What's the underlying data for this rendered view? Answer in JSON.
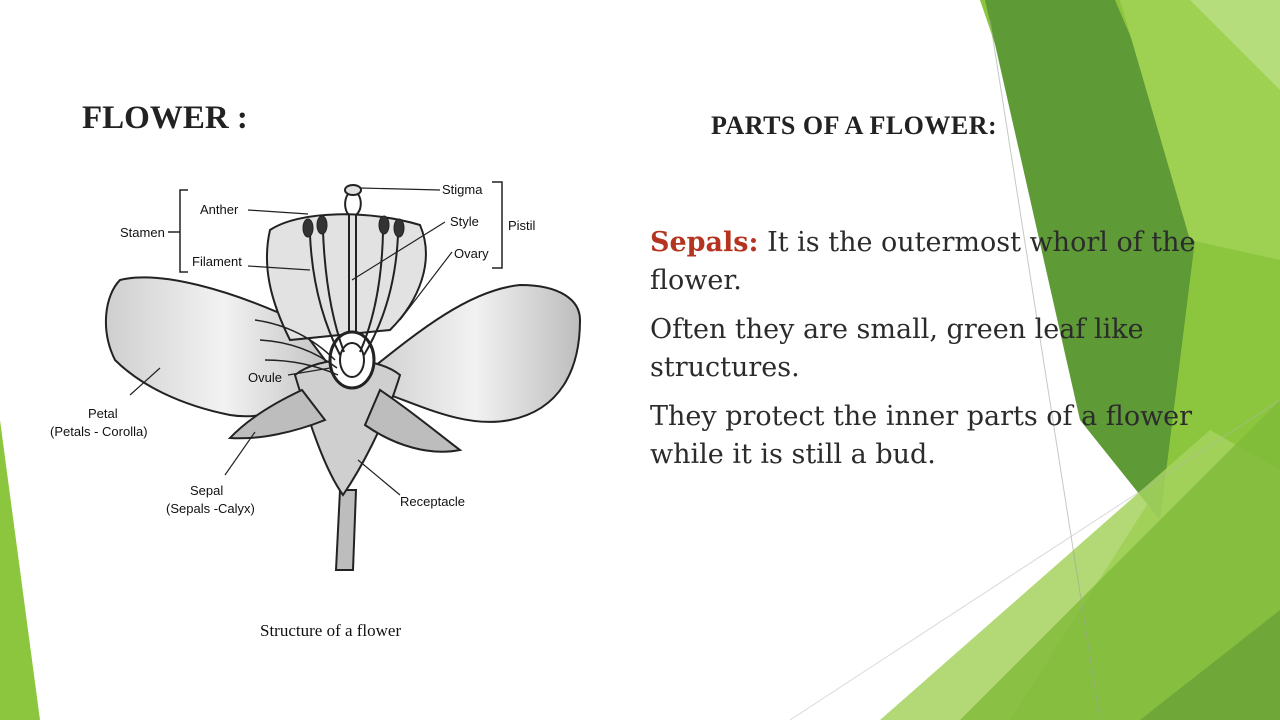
{
  "slide": {
    "title": "FLOWER :",
    "heading": "PARTS OF A FLOWER:",
    "paragraphs": [
      {
        "term": "Sepals:",
        "text": " It is the outermost whorl of the flower."
      },
      {
        "term": "",
        "text": "Often they are small, green leaf like structures."
      },
      {
        "term": "",
        "text": "They protect the inner parts of a flower while it is still a bud."
      }
    ]
  },
  "diagram": {
    "labels": {
      "anther": "Anther",
      "stamen": "Stamen",
      "filament": "Filament",
      "stigma": "Stigma",
      "style": "Style",
      "pistil": "Pistil",
      "ovary": "Ovary",
      "ovule": "Ovule",
      "petal": "Petal",
      "petal_note": "(Petals - Corolla)",
      "sepal": "Sepal",
      "sepal_note": "(Sepals -Calyx)",
      "receptacle": "Receptacle"
    },
    "caption": "Structure of a flower"
  },
  "colors": {
    "accent_term": "#b5341f",
    "green_light": "#a8d26a",
    "green_mid": "#7fba3a",
    "green_dark": "#5e9a35"
  }
}
